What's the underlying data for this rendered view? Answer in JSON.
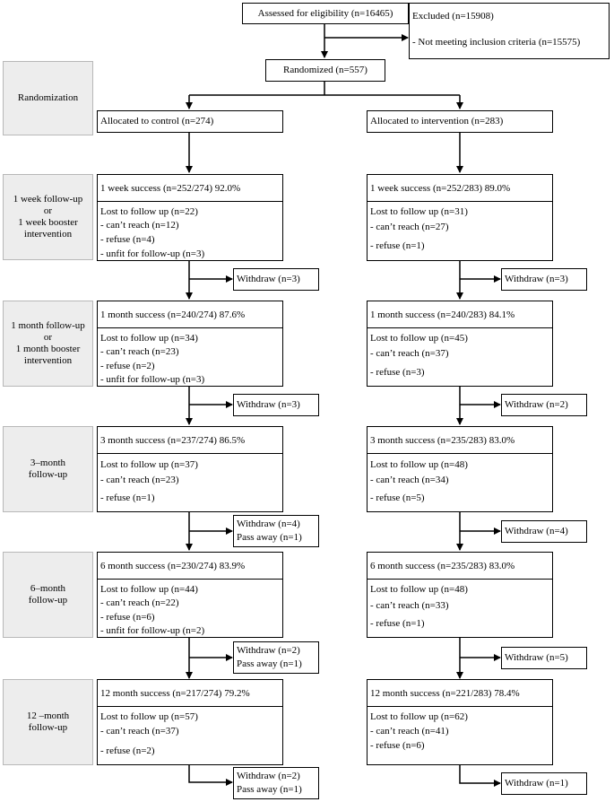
{
  "top": {
    "assessed": "Assessed for eligibility (n=16465)",
    "excluded": "Excluded (n=15908)",
    "excluded_reason": "- Not meeting inclusion criteria (n=15575)",
    "randomized": "Randomized (n=557)"
  },
  "stages": {
    "randomization": "Randomization",
    "week1": [
      "1 week follow-up",
      "or",
      "1 week booster",
      "intervention"
    ],
    "month1": [
      "1 month follow-up",
      "or",
      "1 month booster",
      "intervention"
    ],
    "month3": [
      "3–month",
      "follow-up"
    ],
    "month6": [
      "6–month",
      "follow-up"
    ],
    "month12": [
      "12 –month",
      "follow-up"
    ]
  },
  "control": {
    "allocated": "Allocated to control (n=274)",
    "week1": {
      "success": "1 week success (n=252/274) 92.0%",
      "lost": "Lost to follow up (n=22)",
      "reach": "- can’t reach (n=12)",
      "refuse": "- refuse (n=4)",
      "unfit": "- unfit for follow-up (n=3)",
      "withdraw": "Withdraw (n=3)"
    },
    "month1": {
      "success": "1 month success (n=240/274) 87.6%",
      "lost": "Lost to follow up (n=34)",
      "reach": "- can’t reach (n=23)",
      "refuse": "- refuse (n=2)",
      "unfit": "- unfit for follow-up (n=3)",
      "withdraw": "Withdraw (n=3)"
    },
    "month3": {
      "success": "3 month success (n=237/274) 86.5%",
      "lost": "Lost to follow up (n=37)",
      "reach": "- can’t reach (n=23)",
      "refuse": "- refuse (n=1)",
      "withdraw": "Withdraw (n=4)",
      "passaway": "Pass away (n=1)"
    },
    "month6": {
      "success": "6 month success (n=230/274) 83.9%",
      "lost": "Lost to follow up (n=44)",
      "reach": "- can’t reach (n=22)",
      "refuse": "- refuse (n=6)",
      "unfit": "- unfit for follow-up (n=2)",
      "withdraw": "Withdraw (n=2)",
      "passaway": "Pass away (n=1)"
    },
    "month12": {
      "success": "12 month success (n=217/274) 79.2%",
      "lost": "Lost to follow up (n=57)",
      "reach": "- can’t reach (n=37)",
      "refuse": "- refuse (n=2)",
      "withdraw": "Withdraw (n=2)",
      "passaway": "Pass away (n=1)"
    }
  },
  "intervention": {
    "allocated": "Allocated to intervention (n=283)",
    "week1": {
      "success": "1 week success (n=252/283) 89.0%",
      "lost": "Lost to follow up (n=31)",
      "reach": "- can’t reach (n=27)",
      "refuse": "- refuse (n=1)",
      "withdraw": "Withdraw (n=3)"
    },
    "month1": {
      "success": "1 month success (n=240/283) 84.1%",
      "lost": "Lost to follow up (n=45)",
      "reach": "- can’t reach (n=37)",
      "refuse": "- refuse (n=3)",
      "withdraw": "Withdraw (n=2)"
    },
    "month3": {
      "success": "3 month success (n=235/283) 83.0%",
      "lost": "Lost to follow up (n=48)",
      "reach": "- can’t reach (n=34)",
      "refuse": "- refuse (n=5)",
      "withdraw": "Withdraw (n=4)"
    },
    "month6": {
      "success": "6 month success (n=235/283) 83.0%",
      "lost": "Lost to follow up (n=48)",
      "reach": "- can’t reach (n=33)",
      "refuse": "- refuse (n=1)",
      "withdraw": "Withdraw (n=5)"
    },
    "month12": {
      "success": "12 month success (n=221/283) 78.4%",
      "lost": "Lost to follow up (n=62)",
      "reach": "- can’t reach (n=41)",
      "refuse": "- refuse (n=6)",
      "withdraw": "Withdraw (n=1)"
    }
  }
}
